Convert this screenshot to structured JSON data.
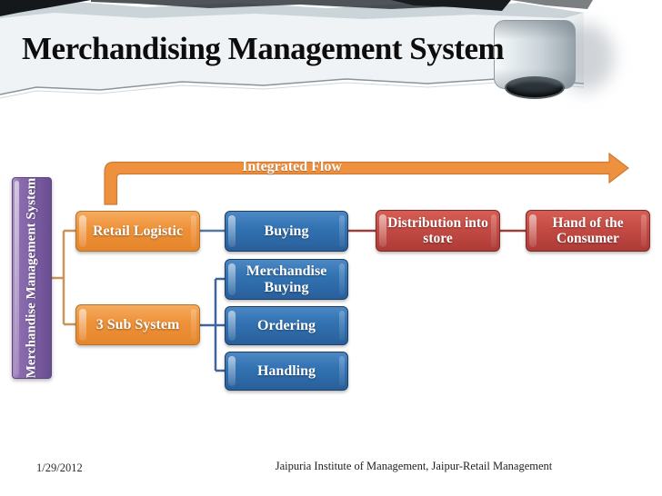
{
  "slide": {
    "title": "Merchandising Management System",
    "footer": {
      "date": "1/29/2012",
      "credit": "Jaipuria Institute of Management, Jaipur-Retail Management"
    }
  },
  "diagram": {
    "flow_arrow_label": "Integrated Flow",
    "root_label": "Merchandise Management System",
    "level1": [
      {
        "id": "retail-logistic",
        "label": "Retail Logistic"
      },
      {
        "id": "sub-system",
        "label": "3 Sub System"
      }
    ],
    "level2": [
      {
        "id": "buying",
        "label": "Buying"
      },
      {
        "id": "merchandise-buying",
        "label": "Merchandise Buying"
      },
      {
        "id": "ordering",
        "label": "Ordering"
      },
      {
        "id": "handling",
        "label": "Handling"
      }
    ],
    "level3": [
      {
        "id": "distribution-into-store",
        "label": "Distribution into store"
      },
      {
        "id": "hand-of-the-consumer",
        "label": "Hand of the Consumer"
      }
    ],
    "colors": {
      "orange_node": "#ee9138",
      "blue_node": "#3273b3",
      "red_node": "#c44b44",
      "purple_node": "#7d5fa3",
      "arrow": "#ee913f",
      "connector_orange": "#c8955c",
      "connector_blue": "#3f659a",
      "connector_steel": "#57779c",
      "connector_red": "#9c3f3b"
    }
  }
}
